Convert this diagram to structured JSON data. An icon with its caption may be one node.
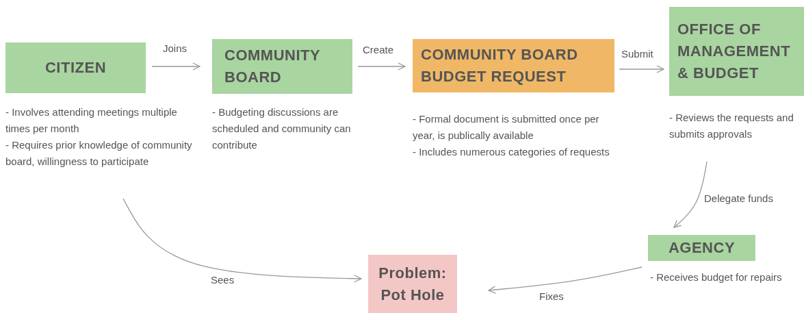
{
  "diagram": {
    "nodes": [
      {
        "text": [
          "CITIZEN"
        ],
        "beside": [
          "- Involves attending meetings multiple times per month",
          "- Requires prior knowledge of community board, willingness to participate"
        ]
      },
      {
        "text": [
          "COMMUNITY BOARD"
        ],
        "beside": [
          "- Budgeting discussions are scheduled and community can contribute"
        ]
      },
      {
        "text": [
          "COMMUNITY BOARD BUDGET REQUEST"
        ],
        "beside": [
          "- Formal document is submitted once per year, is publically available",
          "- Includes numerous categories of requests"
        ]
      },
      {
        "text": [
          "OFFICE OF MANAGEMENT & BUDGET"
        ],
        "beside": [
          "- Reviews the requests and submits approvals"
        ]
      },
      {
        "text": [
          "AGENCY"
        ],
        "beside": [
          "- Receives budget for repairs"
        ]
      },
      {
        "text": [
          "Problem: Pot Hole"
        ]
      }
    ],
    "edges": [
      {
        "from": 0,
        "to": 1,
        "arrow": "to",
        "label": "Joins"
      },
      {
        "from": 1,
        "to": 2,
        "arrow": "to",
        "label": "Create"
      },
      {
        "from": 2,
        "to": 3,
        "arrow": "to",
        "label": "Submit"
      },
      {
        "from": 3,
        "to": 4,
        "arrow": "to",
        "label": "Delegate funds"
      },
      {
        "from": 4,
        "to": 5,
        "arrow": "to",
        "label": "Fixes"
      },
      {
        "from": 0,
        "to": 5,
        "arrow": "to",
        "label": "Sees"
      }
    ]
  }
}
